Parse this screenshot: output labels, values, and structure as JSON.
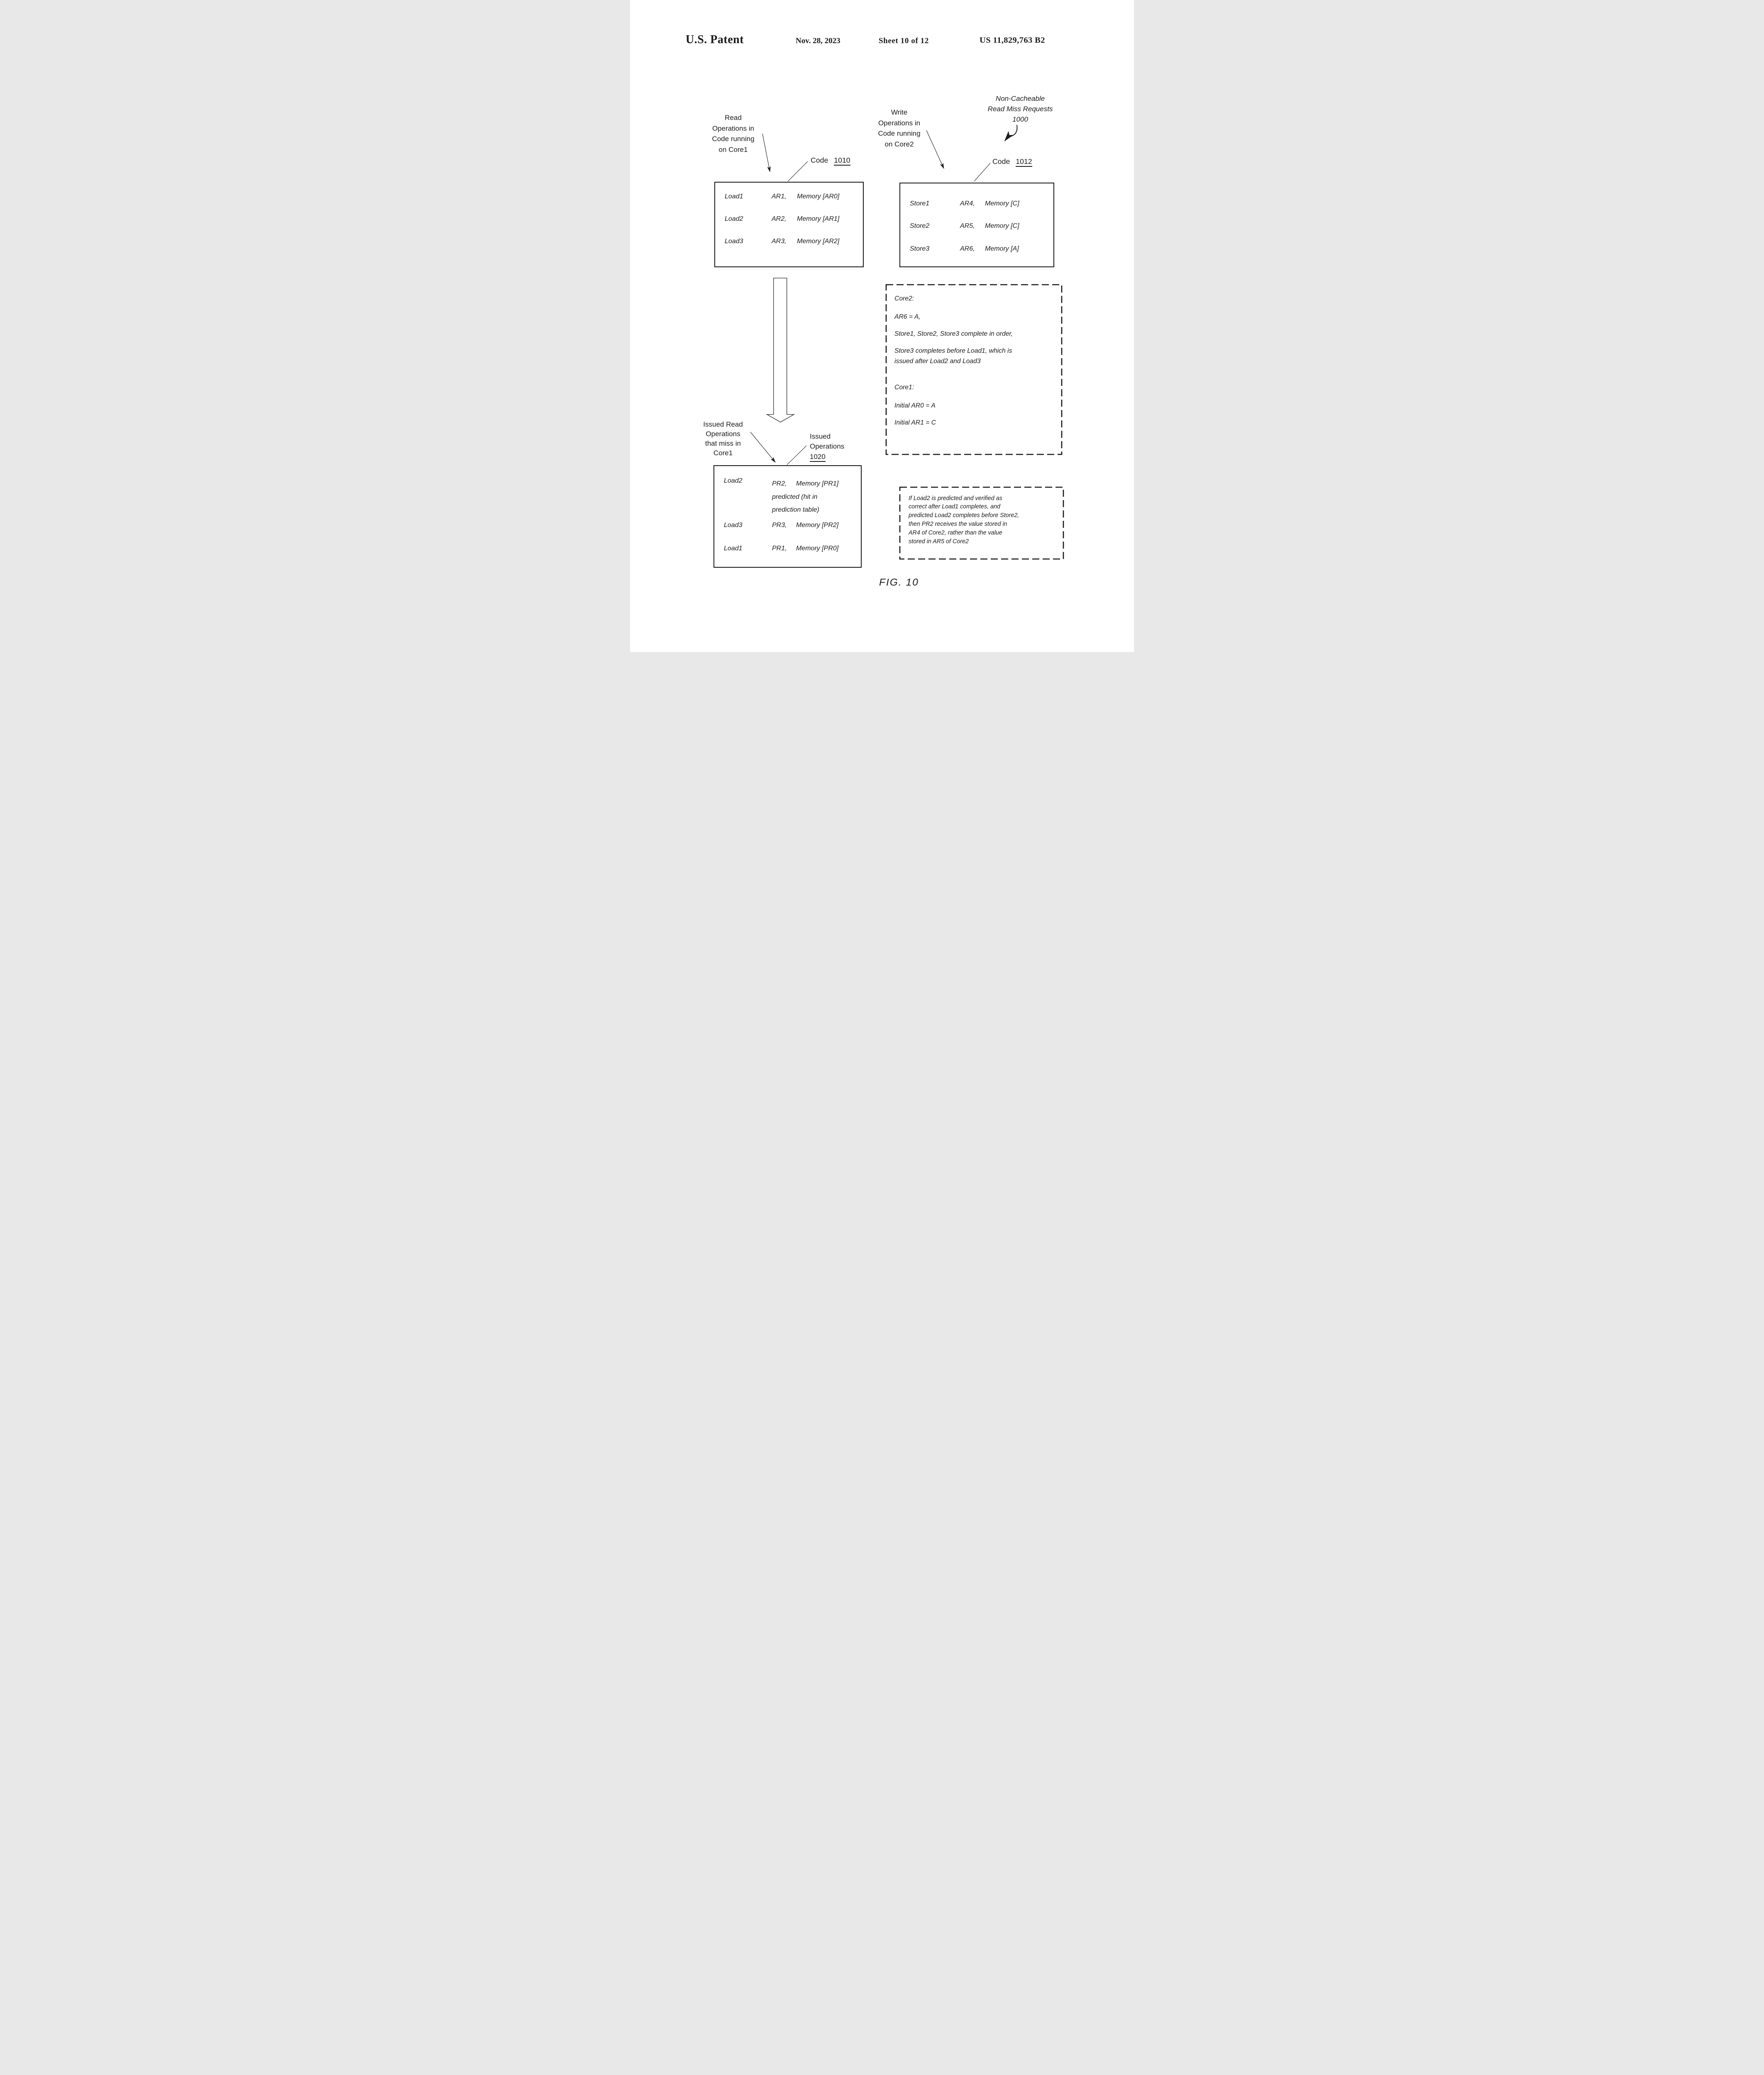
{
  "header": {
    "title": "U.S. Patent",
    "date": "Nov. 28, 2023",
    "sheet": "Sheet 10 of 12",
    "patent_number": "US 11,829,763 B2"
  },
  "labels": {
    "read_ops": {
      "line1": "Read",
      "line2": "Operations in",
      "line3": "Code running",
      "line4": "on Core1"
    },
    "write_ops": {
      "line1": "Write",
      "line2": "Operations in",
      "line3": "Code running",
      "line4": "on Core2"
    },
    "non_cacheable": {
      "line1": "Non-Cacheable",
      "line2": "Read Miss Requests",
      "line3": "1000"
    },
    "code_1010": {
      "text": "Code",
      "ref": "1010"
    },
    "code_1012": {
      "text": "Code",
      "ref": "1012"
    },
    "issued_read": {
      "line1": "Issued Read",
      "line2": "Operations",
      "line3": "that miss in",
      "line4": "Core1"
    },
    "issued_ops": {
      "line1": "Issued",
      "line2": "Operations",
      "ref": "1020"
    }
  },
  "code_1010_box": {
    "rows": [
      {
        "op": "Load1",
        "reg": "AR1,",
        "mem": "Memory [AR0]"
      },
      {
        "op": "Load2",
        "reg": "AR2,",
        "mem": "Memory [AR1]"
      },
      {
        "op": "Load3",
        "reg": "AR3,",
        "mem": "Memory [AR2]"
      }
    ]
  },
  "code_1012_box": {
    "rows": [
      {
        "op": "Store1",
        "reg": "AR4,",
        "mem": "Memory [C]"
      },
      {
        "op": "Store2",
        "reg": "AR5,",
        "mem": "Memory [C]"
      },
      {
        "op": "Store3",
        "reg": "AR6,",
        "mem": "Memory [A]"
      }
    ]
  },
  "constraints_box": {
    "core2_heading": "Core2:",
    "ar6": "AR6 = A,",
    "stores_order": "Store1, Store2, Store3 complete in order,",
    "store3_line1": "Store3 completes before Load1, which is",
    "store3_line2": "issued after Load2 and Load3",
    "core1_heading": "Core1:",
    "initial_ar0": "Initial AR0 = A",
    "initial_ar1": "Initial AR1 = C"
  },
  "issued_ops_box": {
    "rows": [
      {
        "op": "Load2",
        "reg": "PR2,",
        "mem": "Memory [PR1]",
        "extra1": "predicted (hit in",
        "extra2": "prediction table)"
      },
      {
        "op": "Load3",
        "reg": "PR3,",
        "mem": "Memory [PR2]"
      },
      {
        "op": "Load1",
        "reg": "PR1,",
        "mem": "Memory [PR0]"
      }
    ]
  },
  "note_box": {
    "line1": "If Load2 is predicted and verified as",
    "line2": "correct after Load1 completes, and",
    "line3": "predicted Load2 completes before Store2,",
    "line4": "then PR2 receives the value stored in",
    "line5": "AR4 of Core2, rather than the value",
    "line6": "stored in AR5 of Core2"
  },
  "figure": {
    "caption": "FIG. 10"
  },
  "colors": {
    "ink": "#1c1c1c",
    "background": "#ffffff"
  }
}
